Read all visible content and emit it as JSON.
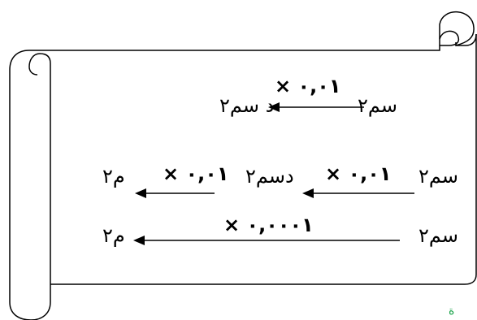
{
  "rows": [
    {
      "left_unit": "د سم٢",
      "operation": "× ٠,٠١",
      "right_unit": "سم٢"
    },
    {
      "left_unit": "م٢",
      "left_operation": "× ٠,٠١",
      "middle_unit": "دسم٢",
      "right_operation": "× ٠,٠١",
      "right_unit": "سم٢"
    },
    {
      "left_unit": "م٢",
      "operation": "× ٠,٠٠٠١",
      "right_unit": "سم٢"
    }
  ],
  "corner_mark": "ﺓ",
  "colors": {
    "line": "#000000",
    "mark": "#1aa34a",
    "background": "#ffffff"
  }
}
